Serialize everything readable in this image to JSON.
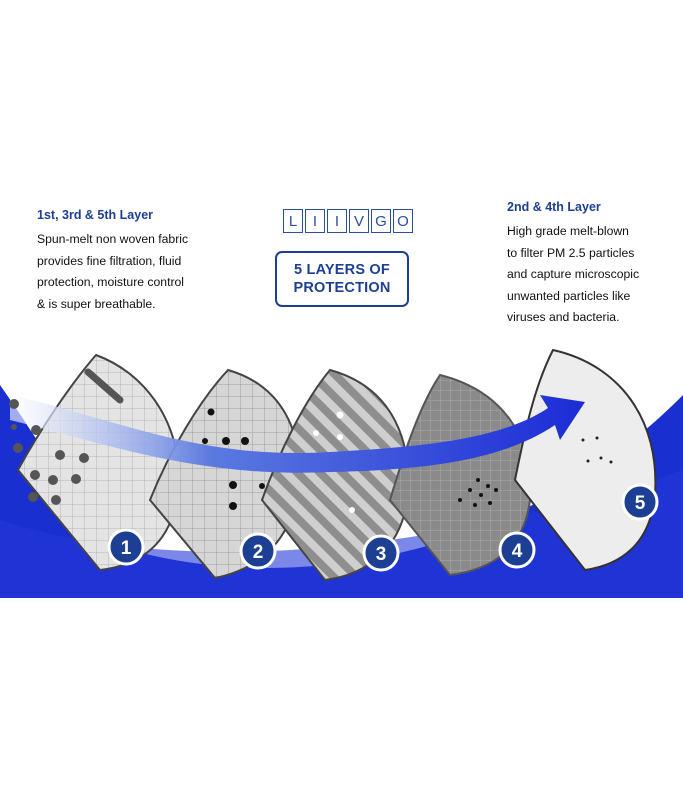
{
  "left_panel": {
    "heading": "1st, 3rd & 5th Layer",
    "lines": [
      "Spun-melt non woven fabric",
      "provides fine filtration, fluid",
      "protection, moisture control",
      "& is super breathable."
    ]
  },
  "right_panel": {
    "heading": "2nd & 4th Layer",
    "lines": [
      "High grade melt-blown",
      "to filter PM 2.5 particles",
      "and capture microscopic",
      "unwanted particles like",
      "viruses and bacteria."
    ]
  },
  "logo": {
    "letters": [
      "L",
      "I",
      "I",
      "V",
      "G",
      "O"
    ]
  },
  "badge": {
    "line1": "5 LAYERS OF",
    "line2": "PROTECTION"
  },
  "layers": [
    {
      "number": "1"
    },
    {
      "number": "2"
    },
    {
      "number": "3"
    },
    {
      "number": "4"
    },
    {
      "number": "5"
    }
  ],
  "colors": {
    "brand_blue": "#1c3f94",
    "wave_blue": "#1a2fd0",
    "arrow_blue": "#1b2bd6"
  }
}
